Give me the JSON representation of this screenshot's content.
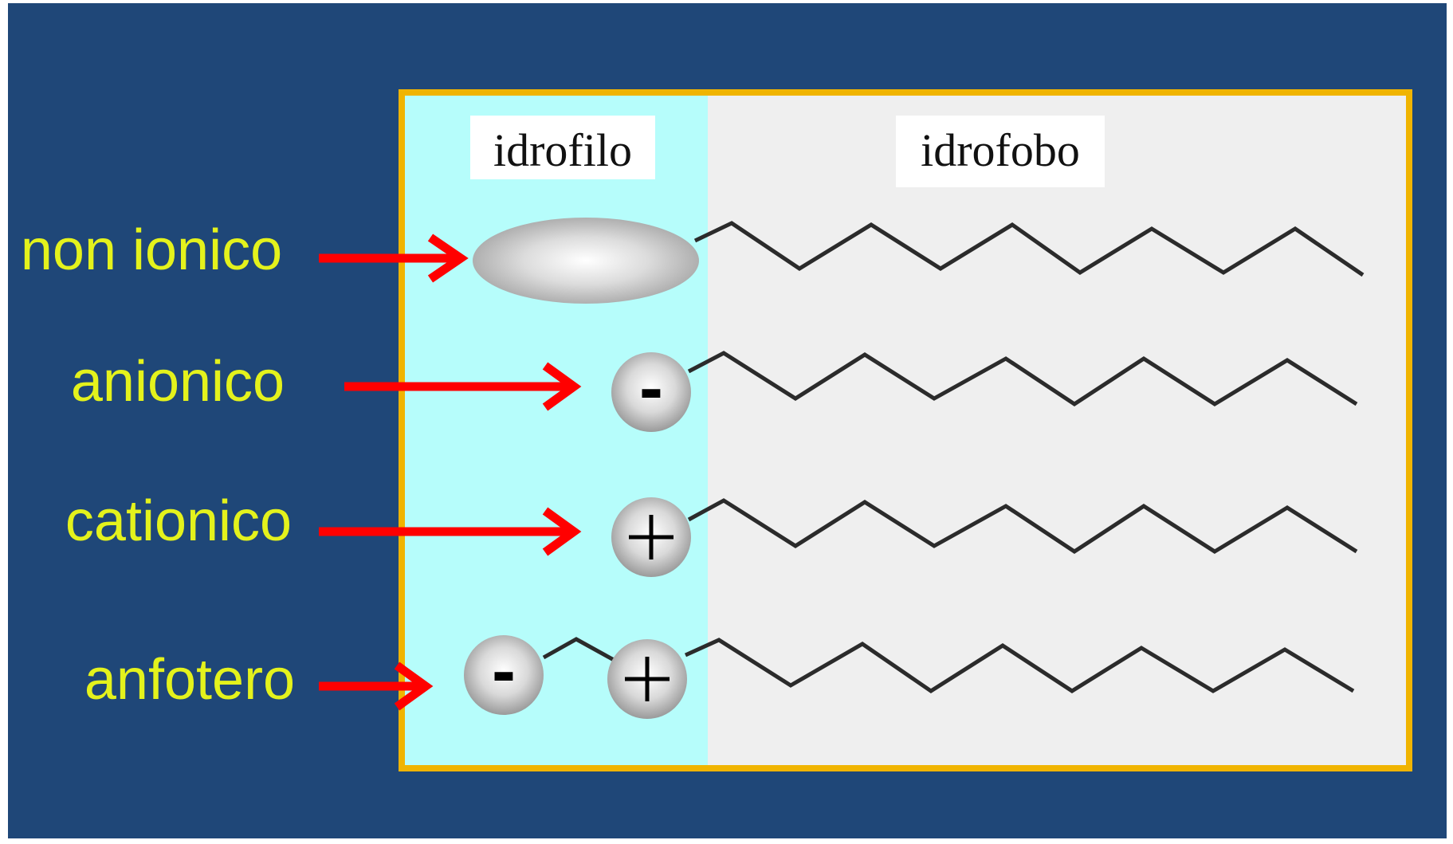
{
  "colors": {
    "background": "#1f4778",
    "frame_border": "#f0b400",
    "hydrophilic_zone": "#b6fdfb",
    "hydrophobic_zone": "#efefef",
    "arrow": "#ff0000",
    "label_text": "#e4f21c",
    "chain": "#2b2b2b"
  },
  "zones": {
    "hydrophilic_label": "idrofilo",
    "hydrophobic_label": "idrofobo"
  },
  "rows": [
    {
      "label": "non ionico",
      "head": "neutral"
    },
    {
      "label": "anionico",
      "head": "anion"
    },
    {
      "label": "cationico",
      "head": "cation"
    },
    {
      "label": "anfotero",
      "head": "amphoteric"
    }
  ],
  "symbols": {
    "minus": "-",
    "plus": "+"
  }
}
